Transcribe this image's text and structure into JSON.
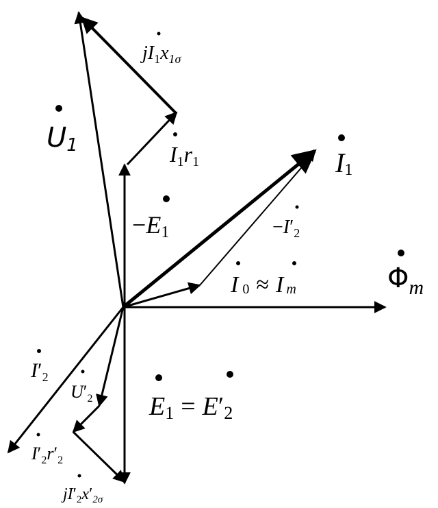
{
  "labels": {
    "u1": {
      "main": "U",
      "sub": "1"
    },
    "jI1x1s": {
      "j": "j",
      "main": "I",
      "sub1": "1",
      "x": "x",
      "sub2": "1σ"
    },
    "i1r1": {
      "main": "I",
      "sub": "1",
      "r": "r",
      "rsub": "1"
    },
    "negE1": {
      "minus": "−",
      "main": "E",
      "sub": "1"
    },
    "i1": {
      "main": "I",
      "sub": "1"
    },
    "negI2p": {
      "minus": "−",
      "main": "I",
      "prime": "′",
      "sub": "2"
    },
    "i0im": {
      "i0": "I",
      "i0sub": "0",
      "approx": "≈",
      "im": "I",
      "imsub": "m"
    },
    "phim": {
      "main": "Φ",
      "sub": "m"
    },
    "i2p": {
      "main": "I",
      "prime": "′",
      "sub": "2"
    },
    "u2p": {
      "main": "U",
      "prime": "′",
      "sub": "2"
    },
    "e1e2": {
      "e1": "E",
      "e1sub": "1",
      "eq": "=",
      "e2": "E",
      "e2prime": "′",
      "e2sub": "2"
    },
    "i2pr2p": {
      "main": "I",
      "prime": "′",
      "sub": "2",
      "r": "r",
      "rprime": "′",
      "rsub": "2"
    },
    "jI2px2s": {
      "j": "j",
      "main": "I",
      "prime": "′",
      "sub": "2",
      "x": "x",
      "xprime": "′",
      "xsub": "2σ"
    }
  },
  "colors": {
    "ink": "#000000",
    "background": "#ffffff"
  }
}
